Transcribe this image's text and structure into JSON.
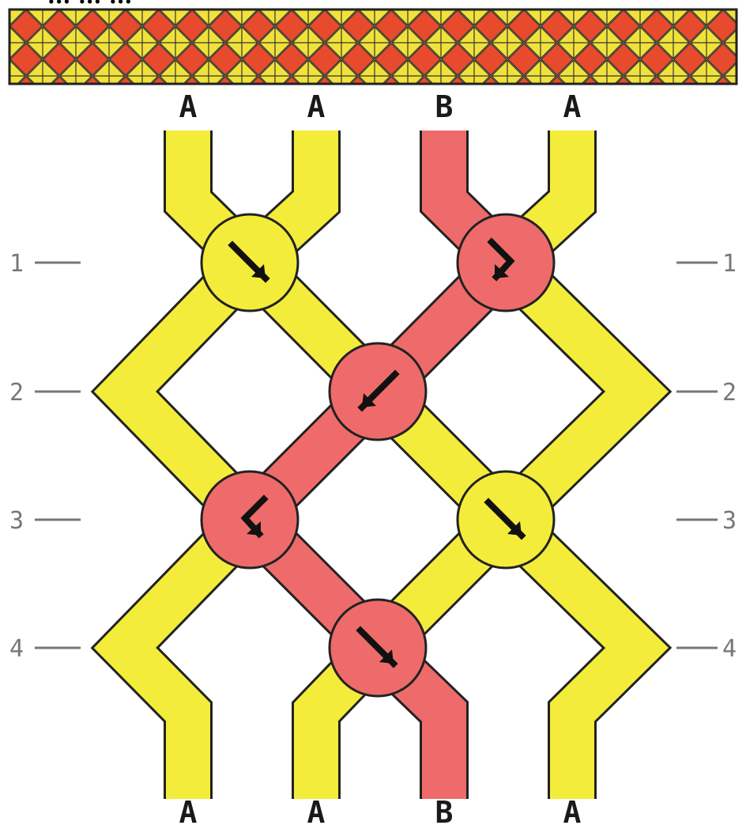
{
  "top_title": "... ... ...",
  "colors": {
    "A": "#f4ec3a",
    "B": "#ef6b6b",
    "band_red": "#e84a2e",
    "band_yellow": "#f1e23b",
    "outline": "#222222"
  },
  "top_labels": [
    "A",
    "A",
    "B",
    "A"
  ],
  "bottom_labels": [
    "A",
    "A",
    "B",
    "A"
  ],
  "rows": {
    "left": [
      "1",
      "2",
      "3",
      "4"
    ],
    "right": [
      "1",
      "2",
      "3",
      "4"
    ]
  },
  "knots": [
    {
      "row": 1,
      "color": "A",
      "arrow": "forward"
    },
    {
      "row": 1,
      "color": "B",
      "arrow": "forward-backward"
    },
    {
      "row": 2,
      "color": "B",
      "arrow": "backward"
    },
    {
      "row": 3,
      "color": "B",
      "arrow": "backward-forward"
    },
    {
      "row": 3,
      "color": "A",
      "arrow": "forward"
    },
    {
      "row": 4,
      "color": "B",
      "arrow": "forward"
    }
  ]
}
